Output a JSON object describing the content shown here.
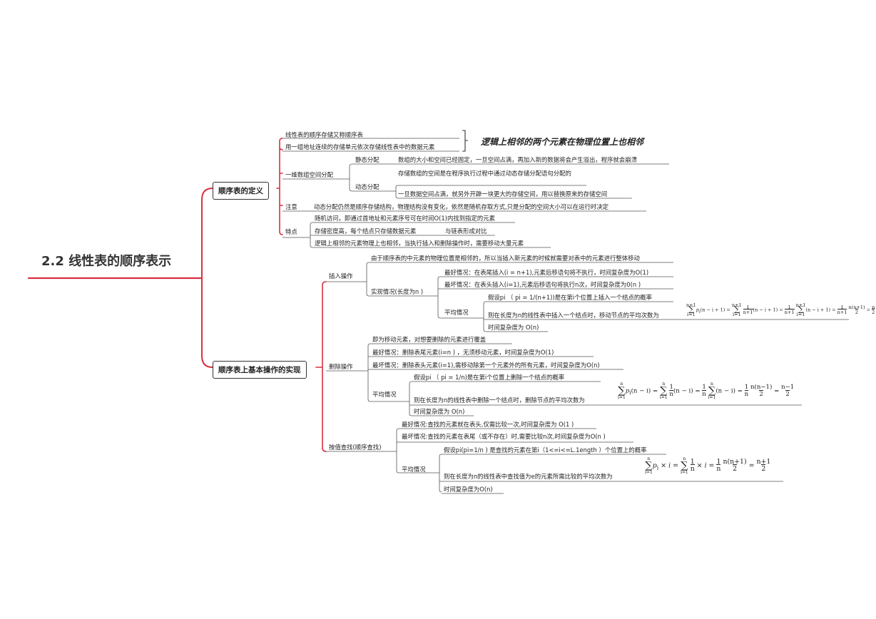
{
  "root": {
    "title": "2.2 线性表的顺序表示"
  },
  "def": {
    "title": "顺序表的定义",
    "intro1": "线性表的顺序存储又称顺序表",
    "intro2": "用一组地址连续的存储单元依次存储线性表中的数据元素",
    "note": "逻辑上相邻的两个元素在物理位置上也相邻",
    "alloc": {
      "label": "一维数组空间分配",
      "static_label": "静态分配",
      "static_text": "数组的大小和空间已经固定，一旦空间占满，再加入新的数据将会产生溢出，程序就会崩溃",
      "dynamic_label": "动态分配",
      "dynamic_text1": "存储数组的空间是在程序执行过程中通过动态存储分配语句分配的",
      "dynamic_text2": "一旦数据空间占满，就另外开辟一块更大的存储空间，用以替换原来的存储空间"
    },
    "attention_label": "注意",
    "attention_text": "动态分配仍然是顺序存储结构，物理结构没有变化，依然是随机存取方式,只是分配的空间大小可以在运行时决定",
    "features": {
      "label": "特点",
      "item1": "随机访问，即通过首地址和元素序号可在时间O(1)内找到指定的元素",
      "item2": "存储密度高，每个结点只存储数据元素",
      "item2b": "与链表形成对比",
      "item3": "逻辑上相邻的元素物理上也相邻，当执行插入和删除操作时，需要移动大量元素"
    }
  },
  "ops": {
    "title": "顺序表上基本操作的实现",
    "insert": {
      "label": "插入操作",
      "desc": "由于顺序表的中元素的物理位置是相邻的，所以当插入新元素的时候就需要对表中的元素进行整体移动",
      "case_label": "实现情况(长度为n )",
      "best": "最好情况：在表尾插入(i = n+1),元素后移语句将不执行，时间复杂度为O(1)",
      "worst": "最坏情况：在表头插入(i=1),元素后移语句将执行n次，时间复杂度为0(n )",
      "avg_label": "平均情况",
      "avg1": "假设pi （ pi = 1/(n+1))是在第i个位置上插入一个结点的概率",
      "avg2": "则在长度为n的线性表中插入一个结点时，移动节点的平均次数为",
      "avg3": "时间复杂度为 O(n)"
    },
    "delete": {
      "label": "删除操作",
      "desc": "即为移动元素，对想要删除的元素进行覆盖",
      "best": "最好情况：删除表尾元素(i=n ) ，无须移动元素，时间复杂度为O(1)",
      "worst": "最坏情况：删除表头元素(i=1),需移动除第一个元素外的所有元素，时间复杂度为O(n)",
      "avg_label": "平均情况",
      "avg1": "假设pi （ pi = 1/n)是在第i个位置上删除一个结点的概率",
      "avg2": "则在长度为n的线性表中删除一个结点时，删除节点的平均次数为",
      "avg3": "时间复杂度为 O(n)"
    },
    "search": {
      "label": "按值查找(顺序查找)",
      "best": "最好情况:查找的元素就在表头,仅需比较一次,时间复杂度为 O(1 )",
      "worst": "最坏情况:查找的元素在表尾（或不存在）时,需要比较n次,时间复杂度为O(n )",
      "avg_label": "平均情况",
      "avg1": "假设pi(pi=1/n ) 是查找的元素在第i（1<=i<=L.1ength ）个位置上的概率",
      "avg2": "则在长度为n的线性表中查找值为e的元素所需比较的平均次数为",
      "avg3": "时间复杂度为O(n)"
    }
  }
}
